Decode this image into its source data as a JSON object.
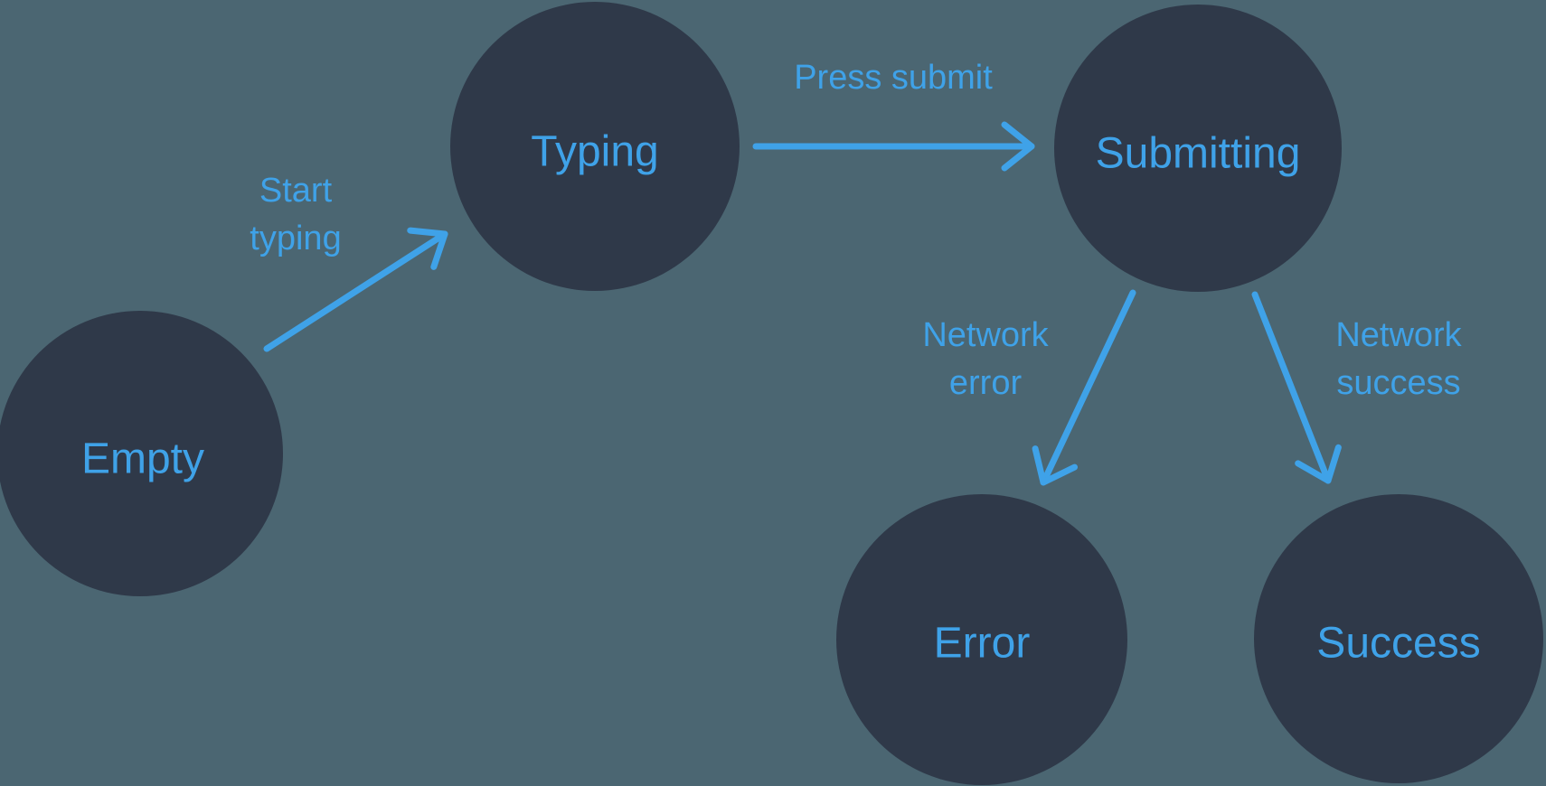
{
  "diagram": {
    "type": "state-machine",
    "colors": {
      "background": "#4B6672",
      "node_fill": "#2F3949",
      "accent_blue": "#3FA2E8"
    },
    "states": [
      {
        "id": "empty",
        "label": "Empty"
      },
      {
        "id": "typing",
        "label": "Typing"
      },
      {
        "id": "submitting",
        "label": "Submitting"
      },
      {
        "id": "error",
        "label": "Error"
      },
      {
        "id": "success",
        "label": "Success"
      }
    ],
    "transitions": [
      {
        "id": "start-typing",
        "from": "empty",
        "to": "typing",
        "label": "Start typing",
        "lines": [
          "Start",
          "typing"
        ]
      },
      {
        "id": "press-submit",
        "from": "typing",
        "to": "submitting",
        "label": "Press submit",
        "lines": [
          "Press submit"
        ]
      },
      {
        "id": "network-error",
        "from": "submitting",
        "to": "error",
        "label": "Network error",
        "lines": [
          "Network",
          "error"
        ]
      },
      {
        "id": "network-success",
        "from": "submitting",
        "to": "success",
        "label": "Network success",
        "lines": [
          "Network",
          "success"
        ]
      }
    ]
  }
}
